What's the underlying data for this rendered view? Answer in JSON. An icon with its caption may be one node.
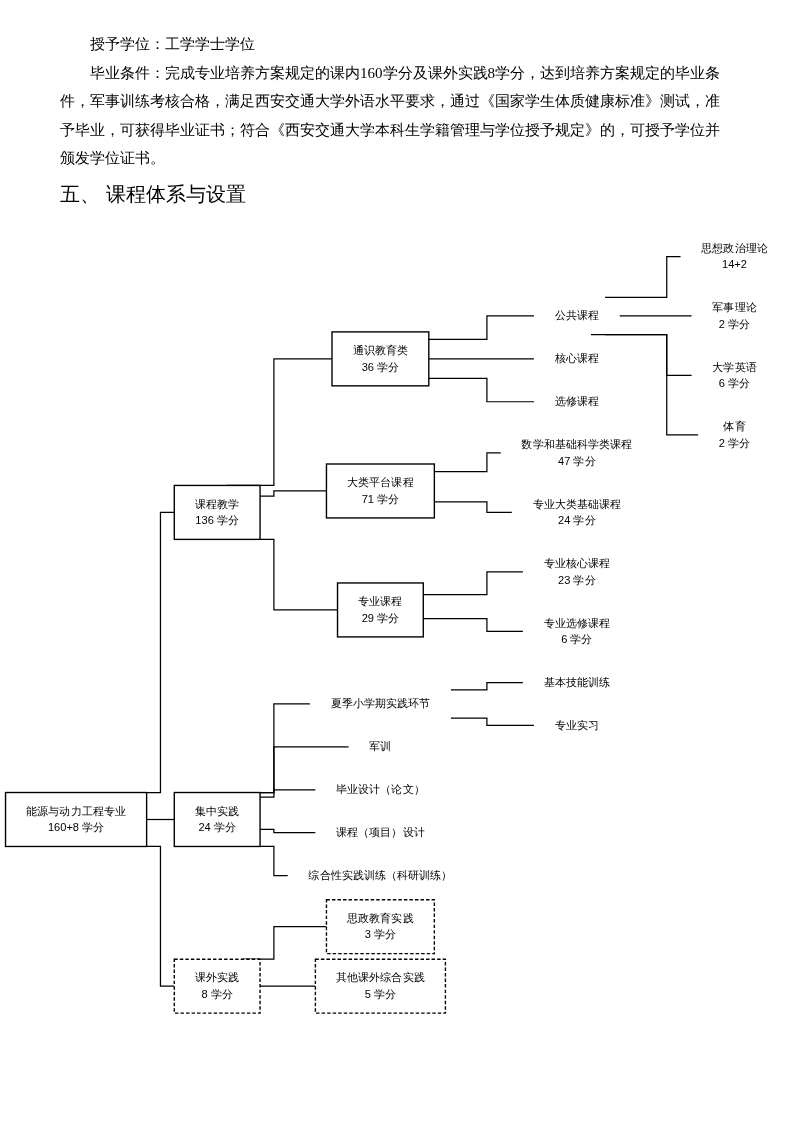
{
  "diagram": {
    "title": "五、 课程体系与设置",
    "labels": [
      "授予学位：工学学士学位",
      "毕业条件：完成专业培养方案规定的课内160学分及课外实践8学分，达到培养方案规定的毕业条件，军事训练考核合格，满足西安交通大学外语水平要求，通过《国家学生体质健康标准》测试，准予毕业，可获得毕业证书；符合《西安交通大学本科生学籍管理与学位授予规定》的，可授予学位并颁发学位证书。"
    ],
    "nodes": [
      {
        "text": [
          "能源与动力工程专业",
          "160+8 学分"
        ]
      },
      {
        "text": [
          "课程教学",
          "136 学分"
        ]
      },
      {
        "text": [
          "集中实践",
          "24 学分"
        ]
      },
      {
        "text": [
          "课外实践",
          "8 学分"
        ]
      },
      {
        "text": [
          "通识教育类",
          "36 学分"
        ]
      },
      {
        "text": [
          "大类平台课程",
          "71 学分"
        ]
      },
      {
        "text": [
          "专业课程",
          "29 学分"
        ]
      },
      {
        "text": [
          "公共课程"
        ]
      },
      {
        "text": [
          "核心课程"
        ]
      },
      {
        "text": [
          "选修课程"
        ]
      },
      {
        "text": [
          "思想政治理论"
        ],
        "beside": [
          "14+2"
        ]
      },
      {
        "text": [
          "军事理论"
        ],
        "beside": [
          "2 学分"
        ]
      },
      {
        "text": [
          "大学英语"
        ],
        "beside": [
          "6 学分"
        ]
      },
      {
        "text": [
          "体育"
        ],
        "beside": [
          "2 学分"
        ]
      },
      {
        "text": [
          "数学和基础科学类课程"
        ],
        "beside": [
          "47 学分"
        ]
      },
      {
        "text": [
          "专业大类基础课程"
        ],
        "beside": [
          "24 学分"
        ]
      },
      {
        "text": [
          "专业核心课程"
        ],
        "beside": [
          "23 学分"
        ]
      },
      {
        "text": [
          "专业选修课程"
        ],
        "beside": [
          "6 学分"
        ]
      },
      {
        "text": [
          "夏季小学期实践环节"
        ]
      },
      {
        "text": [
          "基本技能训练"
        ]
      },
      {
        "text": [
          "专业实习"
        ]
      },
      {
        "text": [
          "军训"
        ]
      },
      {
        "text": [
          "毕业设计（论文）"
        ]
      },
      {
        "text": [
          "课程（项目）设计"
        ]
      },
      {
        "text": [
          "综合性实践训练（科研训练）"
        ]
      },
      {
        "text": [
          "思政教育实践",
          "3 学分"
        ]
      },
      {
        "text": [
          "其他课外综合实践",
          "5 学分"
        ]
      }
    ],
    "edges": [
      {
        "from": 0,
        "to": 1,
        "arrow": "none"
      },
      {
        "from": 0,
        "to": 2,
        "arrow": "none"
      },
      {
        "from": 0,
        "to": 3,
        "arrow": "none"
      },
      {
        "from": 1,
        "to": 4,
        "arrow": "none"
      },
      {
        "from": 1,
        "to": 5,
        "arrow": "none"
      },
      {
        "from": 1,
        "to": 6,
        "arrow": "none"
      },
      {
        "from": 4,
        "to": 7,
        "arrow": "none"
      },
      {
        "from": 4,
        "to": 8,
        "arrow": "none"
      },
      {
        "from": 4,
        "to": 9,
        "arrow": "none"
      },
      {
        "from": 7,
        "to": 10,
        "arrow": "none"
      },
      {
        "from": 7,
        "to": 11,
        "arrow": "none"
      },
      {
        "from": 7,
        "to": 12,
        "arrow": "none"
      },
      {
        "from": 7,
        "to": 13,
        "arrow": "none"
      },
      {
        "from": 5,
        "to": 14,
        "arrow": "none"
      },
      {
        "from": 5,
        "to": 15,
        "arrow": "none"
      },
      {
        "from": 6,
        "to": 16,
        "arrow": "none"
      },
      {
        "from": 6,
        "to": 17,
        "arrow": "none"
      },
      {
        "from": 2,
        "to": 18,
        "arrow": "none"
      },
      {
        "from": 18,
        "to": 19,
        "arrow": "none"
      },
      {
        "from": 18,
        "to": 20,
        "arrow": "none"
      },
      {
        "from": 2,
        "to": 21,
        "arrow": "none"
      },
      {
        "from": 2,
        "to": 22,
        "arrow": "none"
      },
      {
        "from": 2,
        "to": 23,
        "arrow": "none"
      },
      {
        "from": 2,
        "to": 24,
        "arrow": "none"
      },
      {
        "from": 3,
        "to": 25,
        "arrow": "none"
      },
      {
        "from": 3,
        "to": 26,
        "arrow": "none"
      }
    ]
  }
}
